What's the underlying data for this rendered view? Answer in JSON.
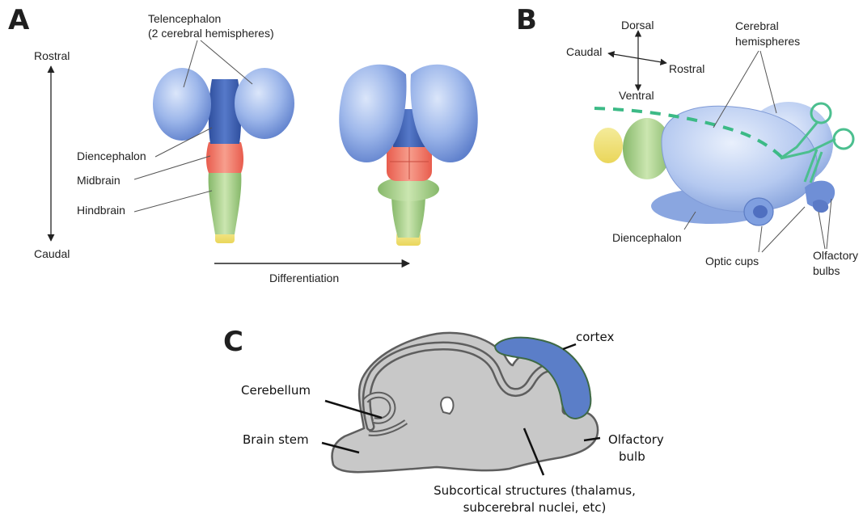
{
  "panels": {
    "a": {
      "letter": "A",
      "axis_top": "Rostral",
      "axis_bottom": "Caudal",
      "telencephalon_line1": "Telencephalon",
      "telencephalon_line2": "(2 cerebral hemispheres)",
      "diencephalon": "Diencephalon",
      "midbrain": "Midbrain",
      "hindbrain": "Hindbrain",
      "arrow_label": "Differentiation"
    },
    "b": {
      "letter": "B",
      "dorsal": "Dorsal",
      "ventral": "Ventral",
      "caudal": "Caudal",
      "rostral": "Rostral",
      "cerebral_line1": "Cerebral",
      "cerebral_line2": "hemispheres",
      "diencephalon": "Diencephalon",
      "optic_cups": "Optic cups",
      "olfactory_line1": "Olfactory",
      "olfactory_line2": "bulbs"
    },
    "c": {
      "letter": "C",
      "cortex": "cortex",
      "cerebellum": "Cerebellum",
      "brain_stem": "Brain stem",
      "olfactory_line1": "Olfactory",
      "olfactory_line2": "bulb",
      "subcortical_line1": "Subcortical structures (thalamus,",
      "subcortical_line2": "subcerebral nuclei, etc)"
    }
  },
  "colors": {
    "telencephalon": "#7f9fd9",
    "diencephalon": "#3f63b8",
    "midbrain": "#f07a6a",
    "hindbrain": "#a9cf86",
    "spinal": "#f2e27a",
    "cortex_blue": "#5b7ec8",
    "section_gray": "#c8c8c8",
    "scissors_green": "#4cbf8f"
  }
}
